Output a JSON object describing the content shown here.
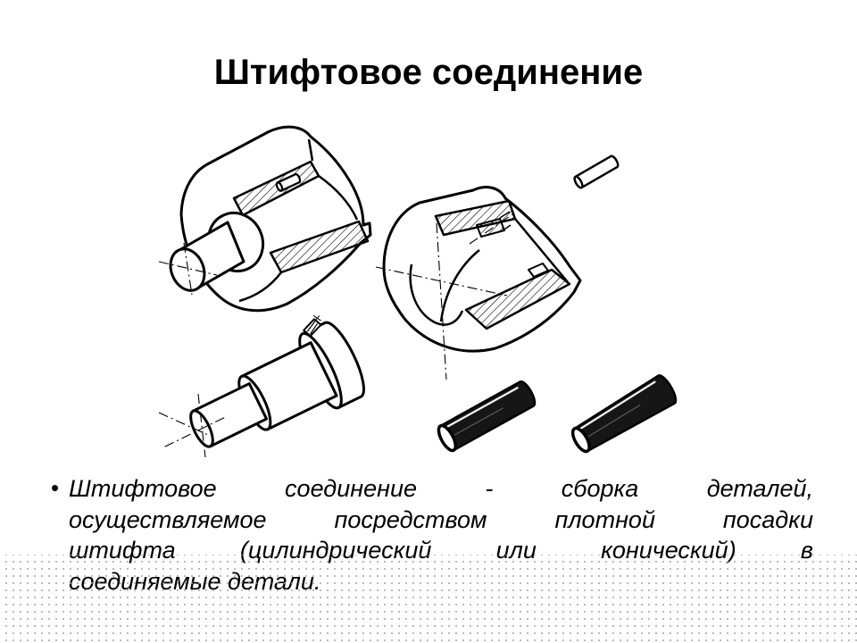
{
  "slide": {
    "background_color": "#ffffff",
    "ink_color": "#000000",
    "title": "Штифтовое соединение",
    "bullet": {
      "marker": "•",
      "lines": [
        "Штифтовое соединение - сборка деталей,",
        "осуществляемое посредством плотной посадки",
        "штифта (цилиндрический или конический) в",
        "соединяемые детали."
      ],
      "full_text": "Штифтовое соединение - сборка деталей, осуществляемое посредством плотной посадки штифта (цилиндрический или конический) в соединяемые детали."
    },
    "diagram": {
      "name": "pin-joint-technical-drawing",
      "parts": [
        {
          "id": "assembled-joint",
          "label": "assembled hub, shaft and pin (cutaway view)"
        },
        {
          "id": "hub-cutaway",
          "label": "hub with pin seat (cutaway view)"
        },
        {
          "id": "small-pin",
          "label": "pin"
        },
        {
          "id": "stepped-shaft",
          "label": "stepped shaft with flange and pin hole"
        },
        {
          "id": "cylindrical-pin",
          "label": "cylindrical pin"
        },
        {
          "id": "conical-pin",
          "label": "conical pin"
        }
      ]
    },
    "watermark_dots_color": "#9f9f9f"
  }
}
